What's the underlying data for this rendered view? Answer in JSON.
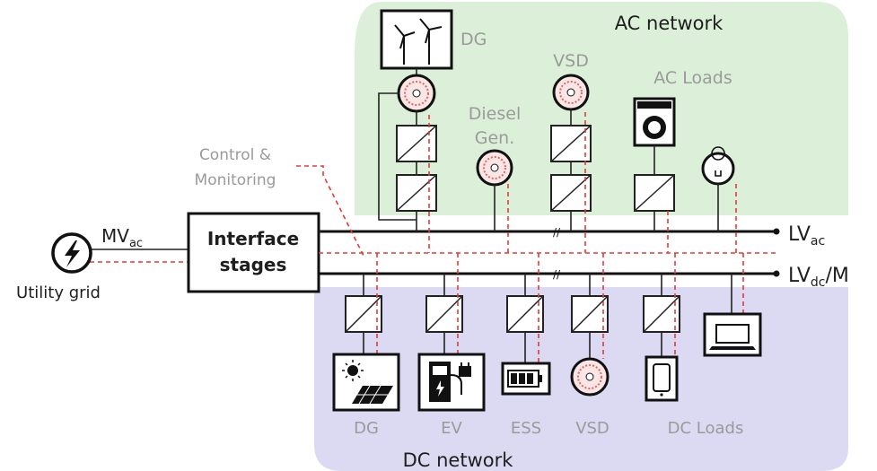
{
  "regions": {
    "ac_network": "AC network",
    "dc_network": "DC network"
  },
  "labels": {
    "ac_dg": "DG",
    "ac_diesel_1": "Diesel",
    "ac_diesel_2": "Gen.",
    "ac_vsd": "VSD",
    "ac_loads": "AC Loads",
    "control_1": "Control &",
    "control_2": "Monitoring",
    "mv_main": "MV",
    "mv_sub": "ac",
    "interface_1": "Interface",
    "interface_2": "stages",
    "utility": "Utility grid",
    "lvac_main": "LV",
    "lvac_sub": "ac",
    "lvdc_main": "LV",
    "lvdc_sub": "dc",
    "lvdc_suffix": "/M",
    "dc_dg": "DG",
    "dc_ev": "EV",
    "dc_ess": "ESS",
    "dc_vsd": "VSD",
    "dc_loads": "DC Loads"
  },
  "colors": {
    "ac_region": "#dcf0d9",
    "dc_region": "#dcdaf2",
    "control_line": "#e53935",
    "label_gray": "#9a9a9a"
  },
  "icons": {
    "wind_turbine": "wind-turbine-icon",
    "generator": "generator-icon",
    "washing_machine": "washing-machine-icon",
    "light_bulb": "light-bulb-icon",
    "lightning": "lightning-icon",
    "solar_panel": "solar-panel-icon",
    "ev_charger": "ev-charger-icon",
    "battery": "battery-icon",
    "phone": "phone-icon",
    "laptop": "laptop-icon"
  }
}
